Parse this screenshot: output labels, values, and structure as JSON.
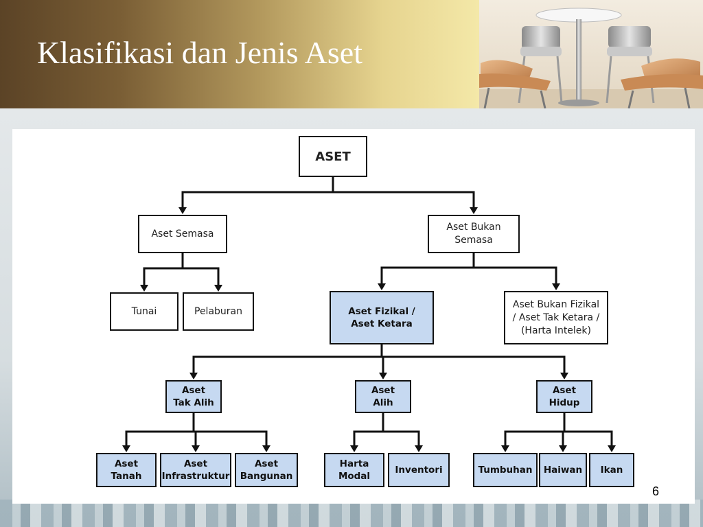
{
  "slide": {
    "title": "Klasifikasi dan Jenis Aset",
    "page_number": "6"
  },
  "diagram": {
    "root": "ASET",
    "semasa": "Aset Semasa",
    "bukan_semasa": "Aset Bukan\nSemasa",
    "tunai": "Tunai",
    "pelaburan": "Pelaburan",
    "fizikal": "Aset Fizikal  /\nAset Ketara",
    "bukan_fizikal": "Aset Bukan Fizikal\n/ Aset Tak Ketara /\n(Harta Intelek)",
    "tak_alih": "Aset\nTak Alih",
    "alih": "Aset\nAlih",
    "hidup": "Aset\nHidup",
    "tanah": "Aset\nTanah",
    "infrastruktur": "Aset\nInfrastruktur",
    "bangunan": "Aset\nBangunan",
    "harta_modal": "Harta\nModal",
    "inventori": "Inventori",
    "tumbuhan": "Tumbuhan",
    "haiwan": "Haiwan",
    "ikan": "Ikan"
  },
  "colors": {
    "highlight_fill": "#c6d9f1",
    "border": "#111111"
  }
}
